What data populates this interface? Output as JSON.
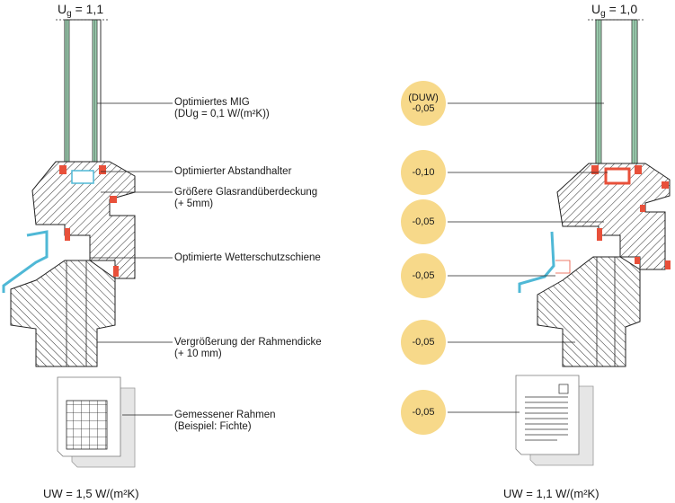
{
  "left": {
    "title_main": "U",
    "title_sub": "g",
    "title_rest": " = 1,1",
    "result": "UW = 1,5 W/(m²K)"
  },
  "right": {
    "title_main": "U",
    "title_sub": "g",
    "title_rest": " = 1,0",
    "result": "UW = 1,1 W/(m²K)"
  },
  "labels": [
    {
      "line1": "Optimiertes MIG",
      "line2": "(DUg = 0,1 W/(m²K))"
    },
    {
      "line1": "Optimierter Abstandhalter",
      "line2": ""
    },
    {
      "line1": "Größere Glasrandüberdeckung",
      "line2": "(+ 5mm)"
    },
    {
      "line1": "Optimierte Wetterschutzschiene",
      "line2": ""
    },
    {
      "line1": "Vergrößerung der Rahmendicke",
      "line2": "(+ 10 mm)"
    },
    {
      "line1": "Gemessener Rahmen",
      "line2": "(Beispiel: Fichte)"
    }
  ],
  "circles": [
    {
      "line1": "(DUW)",
      "line2": "-0,05"
    },
    {
      "line1": "-0,10",
      "line2": ""
    },
    {
      "line1": "-0,05",
      "line2": ""
    },
    {
      "line1": "-0,05",
      "line2": ""
    },
    {
      "line1": "-0,05",
      "line2": ""
    },
    {
      "line1": "-0,05",
      "line2": ""
    }
  ],
  "colors": {
    "circle_fill": "#f7d98a",
    "seal_red": "#e8503a",
    "glass_green": "#9fd4b4",
    "rail_blue": "#4fb8d6",
    "hatch": "#222222"
  }
}
